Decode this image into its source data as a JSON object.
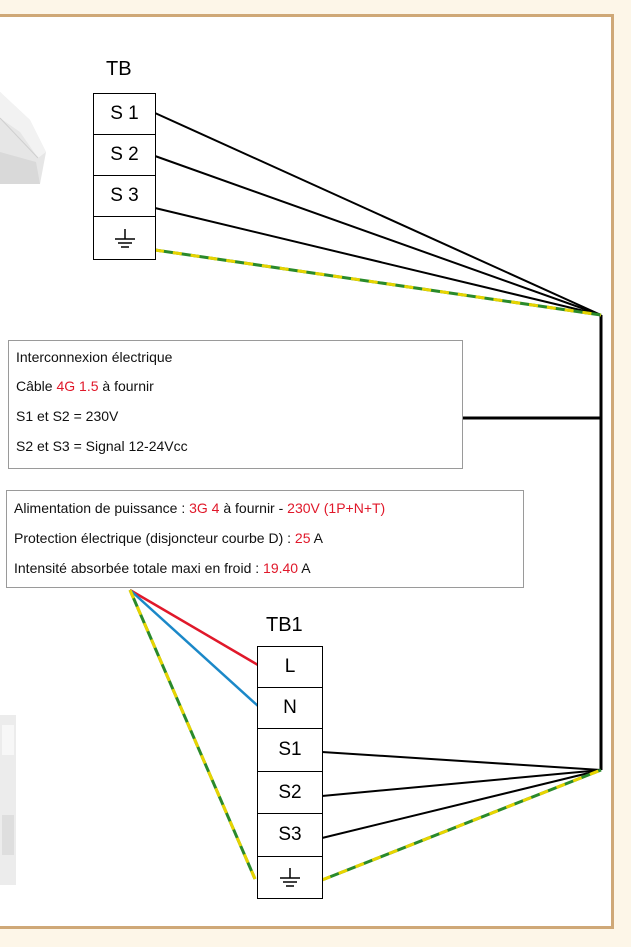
{
  "colors": {
    "frame": "#cfa877",
    "red": "#e0182a",
    "blue": "#1b88c8",
    "ground_green": "#2a8a2a",
    "ground_yellow": "#e8d400"
  },
  "tb": {
    "title": "TB",
    "terminals": [
      "S 1",
      "S 2",
      "S 3"
    ],
    "ground_icon": "ground-icon"
  },
  "tb1": {
    "title": "TB1",
    "terminals": [
      "L",
      "N",
      "S1",
      "S2",
      "S3"
    ],
    "ground_icon": "ground-icon"
  },
  "interconnexion": {
    "line1": "Interconnexion électrique",
    "line2_pre": "Câble ",
    "line2_red": "4G 1.5",
    "line2_post": " à fournir",
    "line3": "S1 et S2 = 230V",
    "line4": "S2 et S3 = Signal 12-24Vcc"
  },
  "alimentation": {
    "line1_pre": "Alimentation de puissance : ",
    "line1_red1": "3G 4",
    "line1_mid": " à fournir - ",
    "line1_red2": "230V (1P+N+T)",
    "line2_pre": "Protection électrique (disjoncteur courbe D) : ",
    "line2_red": "25",
    "line2_post": " A",
    "line3_pre": "Intensité absorbée totale maxi en froid : ",
    "line3_red": "19.40",
    "line3_post": " A"
  }
}
